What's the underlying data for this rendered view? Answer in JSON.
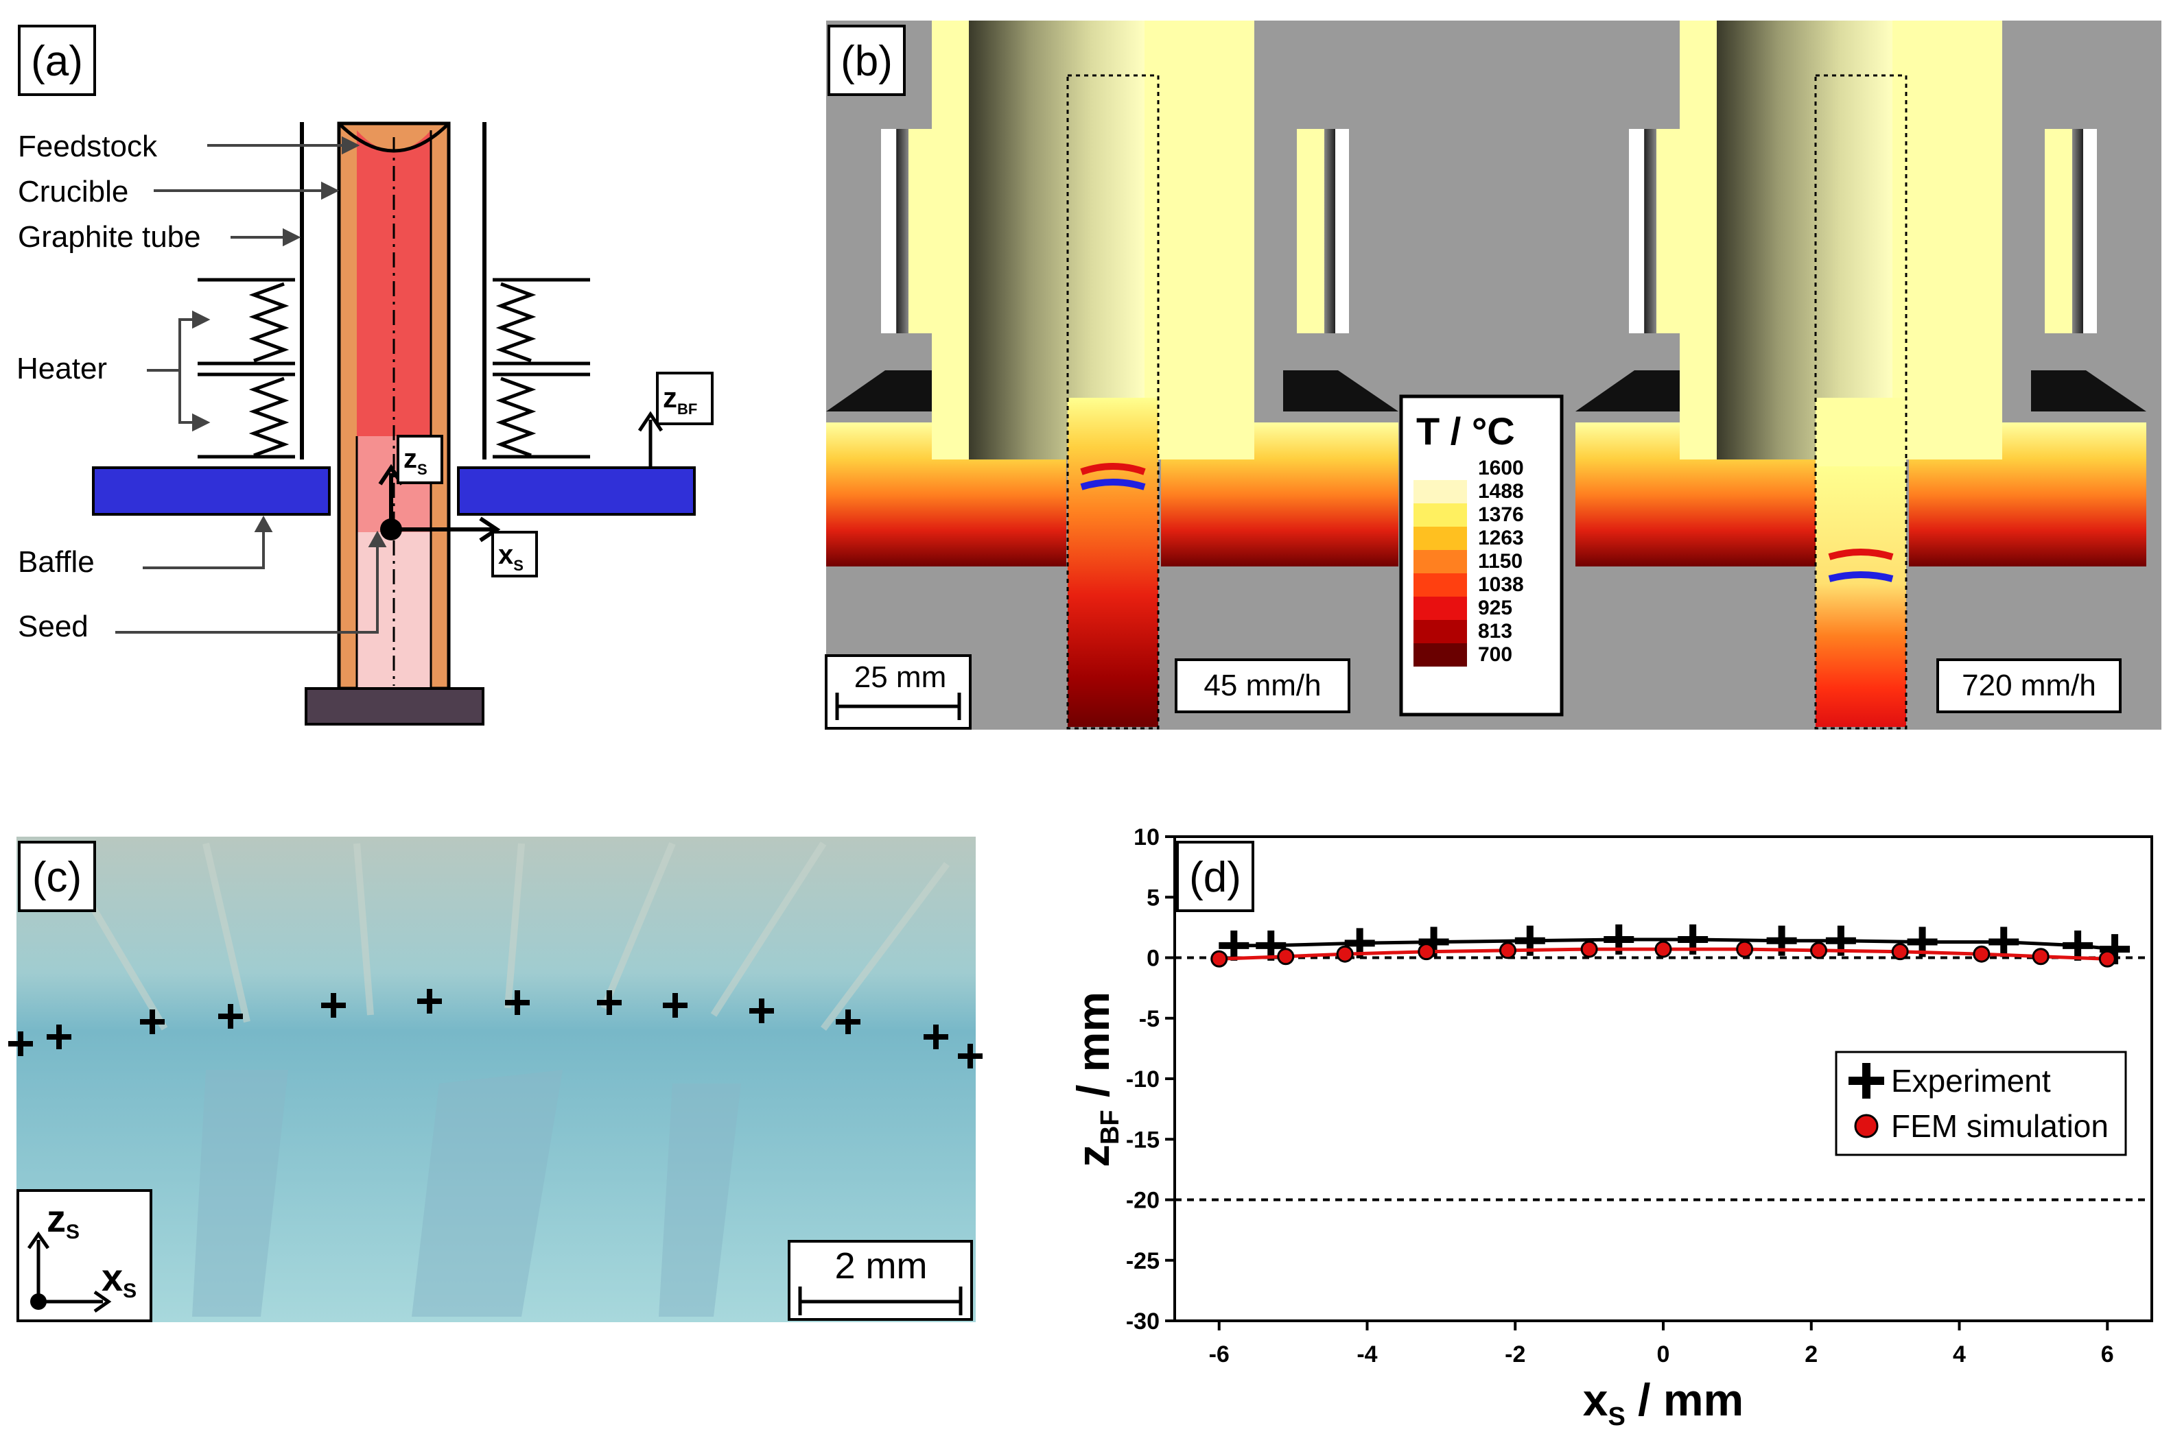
{
  "panels": {
    "a": {
      "label": "(a)",
      "labels": {
        "feedstock": "Feedstock",
        "crucible": "Crucible",
        "graphite_tube": "Graphite tube",
        "heater": "Heater",
        "baffle": "Baffle",
        "seed": "Seed"
      },
      "axes": {
        "zs": "z",
        "zs_sub": "S",
        "xs": "x",
        "xs_sub": "S",
        "zbf": "z",
        "zbf_sub": "BF"
      }
    },
    "b": {
      "label": "(b)",
      "legend_title": "T / °C",
      "colorbar": [
        {
          "value": "1600",
          "color": "#ffffff"
        },
        {
          "value": "1488",
          "color": "#fff8c0"
        },
        {
          "value": "1376",
          "color": "#fff060"
        },
        {
          "value": "1263",
          "color": "#ffc020"
        },
        {
          "value": "1150",
          "color": "#ff8020"
        },
        {
          "value": "1038",
          "color": "#ff4010"
        },
        {
          "value": "925",
          "color": "#e81010"
        },
        {
          "value": "813",
          "color": "#b00000"
        },
        {
          "value": "700",
          "color": "#6a0000"
        }
      ],
      "scale_label": "25 mm",
      "speed_left": "45 mm/h",
      "speed_right": "720 mm/h"
    },
    "c": {
      "label": "(c)",
      "scale_label": "2 mm",
      "axes": {
        "zs": "z",
        "zs_sub": "S",
        "xs": "x",
        "xs_sub": "S"
      }
    },
    "d": {
      "label": "(d)"
    }
  },
  "colors": {
    "crucible": "#e8965a",
    "melt": "#ef5050",
    "seed": "#f8c8c8",
    "baffle": "#3030d8",
    "furnace_bg": "#9a9a9a",
    "exp_series": "#000000",
    "sim_series": "#e01010"
  },
  "chart_data": {
    "type": "line",
    "xlabel": "x",
    "xlabel_sub": "S",
    "xlabel_unit": " / mm",
    "ylabel": "z",
    "ylabel_sub": "BF",
    "ylabel_unit": " / mm",
    "xlim": [
      -6.6,
      6.6
    ],
    "ylim": [
      -30,
      10
    ],
    "xticks": [
      -6,
      -4,
      -2,
      0,
      2,
      4,
      6
    ],
    "yticks": [
      10,
      5,
      0,
      -5,
      -10,
      -15,
      -20,
      -25,
      -30
    ],
    "reference_lines": [
      0,
      -20
    ],
    "legend_position": "right-middle",
    "series": [
      {
        "name": "Experiment",
        "marker": "plus",
        "x": [
          -5.8,
          -5.3,
          -4.1,
          -3.1,
          -1.8,
          -0.6,
          0.4,
          1.6,
          2.4,
          3.5,
          4.6,
          5.6,
          6.1
        ],
        "y": [
          1.0,
          1.0,
          1.2,
          1.3,
          1.4,
          1.5,
          1.5,
          1.4,
          1.4,
          1.3,
          1.3,
          1.0,
          0.7
        ]
      },
      {
        "name": "FEM simulation",
        "marker": "circle",
        "x": [
          -6.0,
          -5.1,
          -4.3,
          -3.2,
          -2.1,
          -1.0,
          0.0,
          1.1,
          2.1,
          3.2,
          4.3,
          5.1,
          6.0
        ],
        "y": [
          -0.1,
          0.1,
          0.3,
          0.5,
          0.6,
          0.7,
          0.7,
          0.7,
          0.6,
          0.5,
          0.3,
          0.1,
          -0.1
        ]
      }
    ]
  }
}
